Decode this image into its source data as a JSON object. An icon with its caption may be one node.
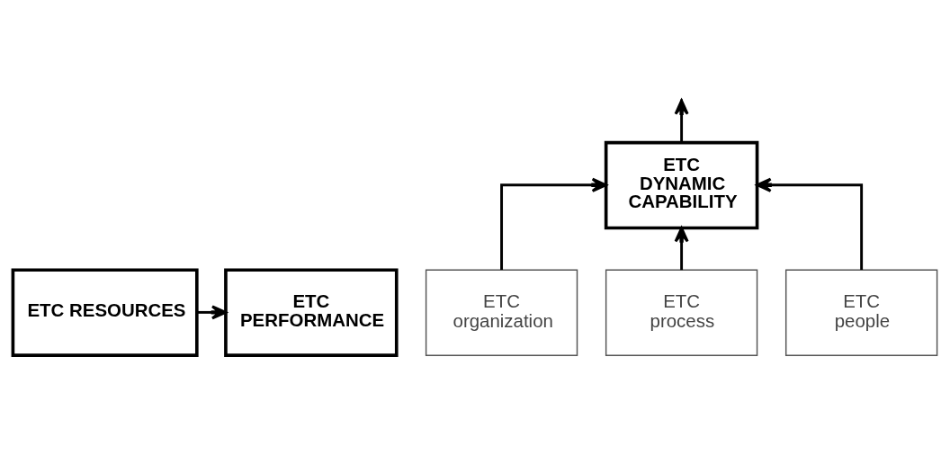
{
  "diagram": {
    "nodes": [
      {
        "text": [
          "ETC RESOURCES"
        ]
      },
      {
        "text": [
          "ETC PERFORMANCE"
        ]
      },
      {
        "text": [
          "ETC DYNAMIC CAPABILITY"
        ]
      },
      {
        "text": [
          "ETC organization"
        ]
      },
      {
        "text": [
          "ETC process"
        ]
      },
      {
        "text": [
          "ETC people"
        ]
      }
    ],
    "edges": [
      {
        "from": 0,
        "to": 1,
        "arrow": "to"
      },
      {
        "from": 2,
        "to": null,
        "arrow": "to"
      },
      {
        "from": 3,
        "to": 2,
        "arrow": "to"
      },
      {
        "from": 4,
        "to": 2,
        "arrow": "to"
      },
      {
        "from": 5,
        "to": 2,
        "arrow": "to"
      }
    ]
  }
}
